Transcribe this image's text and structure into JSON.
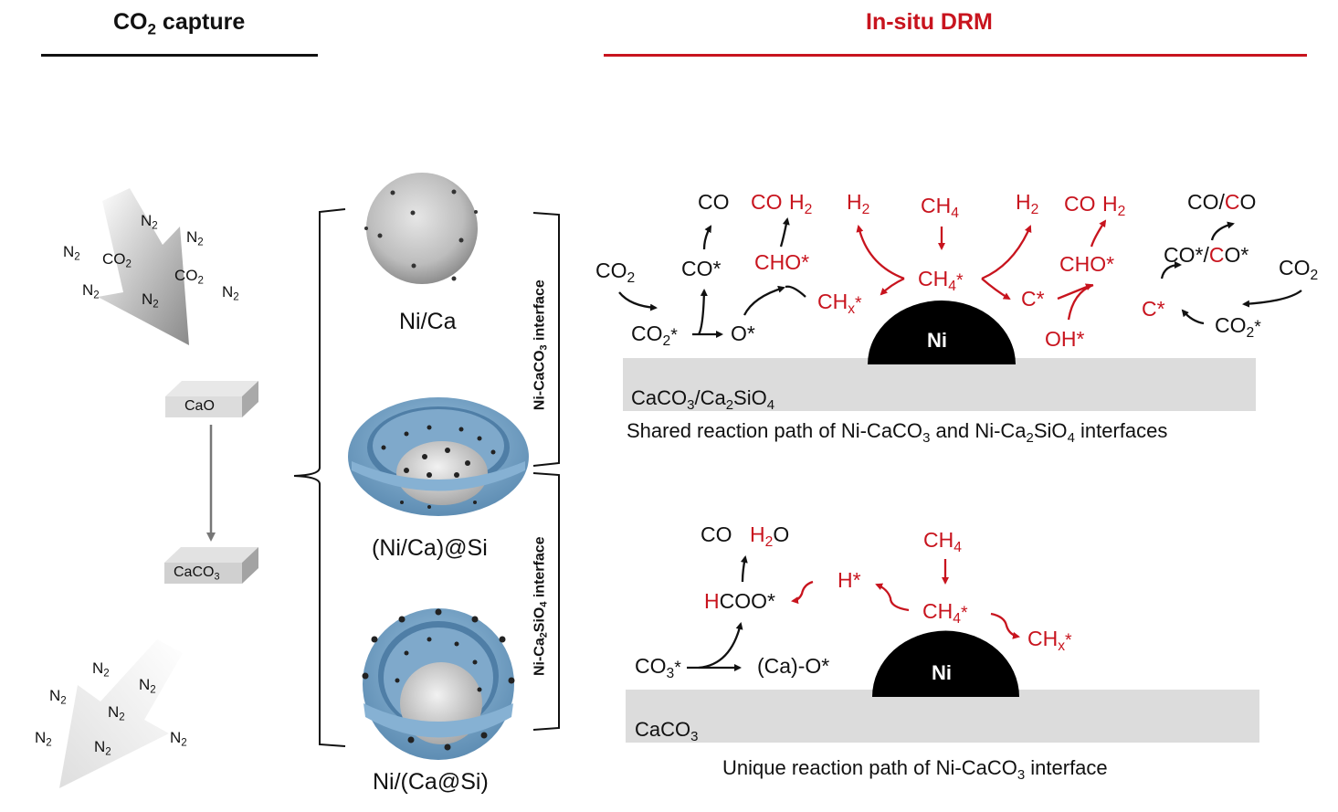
{
  "headers": {
    "left": {
      "main": "CO",
      "sub": "2",
      "rest": " capture"
    },
    "right": "In-situ DRM"
  },
  "colors": {
    "accent_red": "#c8141e",
    "text_black": "#111111",
    "slab_gray": "#dcdcdc",
    "shell_blue": "#6f9ec4",
    "core_gray": "#c8c8c8"
  },
  "capture": {
    "inflow_gases": [
      {
        "main": "N",
        "sub": "2"
      },
      {
        "main": "N",
        "sub": "2"
      },
      {
        "main": "N",
        "sub": "2"
      },
      {
        "main": "CO",
        "sub": "2"
      },
      {
        "main": "CO",
        "sub": "2"
      },
      {
        "main": "N",
        "sub": "2"
      },
      {
        "main": "N",
        "sub": "2"
      },
      {
        "main": "N",
        "sub": "2"
      }
    ],
    "outflow_gases": [
      {
        "main": "N",
        "sub": "2"
      },
      {
        "main": "N",
        "sub": "2"
      },
      {
        "main": "N",
        "sub": "2"
      },
      {
        "main": "N",
        "sub": "2"
      },
      {
        "main": "N",
        "sub": "2"
      },
      {
        "main": "N",
        "sub": "2"
      },
      {
        "main": "N",
        "sub": "2"
      }
    ],
    "cao_block": "CaO",
    "caco3_block": {
      "main": "CaCO",
      "sub": "3"
    }
  },
  "catalysts": {
    "items": [
      {
        "label": "Ni/Ca"
      },
      {
        "label": "(Ni/Ca)@Si"
      },
      {
        "label": "Ni/(Ca@Si)"
      }
    ],
    "interface_top": {
      "pre": "Ni-CaCO",
      "sub": "3",
      "post": " interface"
    },
    "interface_bottom": {
      "pre": "Ni-Ca",
      "sub1": "2",
      "mid": "SiO",
      "sub2": "4",
      "post": " interface"
    }
  },
  "shared_path": {
    "ni_label": "Ni",
    "slab_label": {
      "a": "CaCO",
      "s1": "3",
      "b": "/Ca",
      "s2": "2",
      "c": "SiO",
      "s3": "4"
    },
    "caption": {
      "a": "Shared reaction path of Ni-CaCO",
      "s1": "3",
      "b": " and Ni-Ca",
      "s2": "2",
      "c": "SiO",
      "s3": "4",
      "d": " interfaces"
    },
    "species": {
      "co2_gas": {
        "main": "CO",
        "sub": "2"
      },
      "co2_ads": {
        "main": "CO",
        "sub": "2",
        "sup": "*"
      },
      "co_ads": "CO*",
      "co_gas": "CO",
      "o_ads": "O*",
      "co_red": "CO",
      "h2_a": {
        "main": "H",
        "sub": "2"
      },
      "cho_a": "CHO*",
      "chx": {
        "main": "CH",
        "sub": "x",
        "sup": "*"
      },
      "h2_b": {
        "main": "H",
        "sub": "2"
      },
      "ch4_gas": {
        "main": "CH",
        "sub": "4"
      },
      "ch4_ads": {
        "main": "CH",
        "sub": "4",
        "sup": "*"
      },
      "h2_c": {
        "main": "H",
        "sub": "2"
      },
      "c_ads_a": "C*",
      "co_red_b": "CO",
      "h2_d": {
        "main": "H",
        "sub": "2"
      },
      "cho_b": "CHO*",
      "oh_ads": "OH*",
      "co_mix_gas": {
        "a": "CO/",
        "b": "C",
        "c": "O"
      },
      "co_mix_ads": {
        "a": "CO*/",
        "b": "C",
        "c": "O*"
      },
      "co2_gas_b": {
        "main": "CO",
        "sub": "2"
      },
      "c_ads_b": "C*",
      "co2_ads_b": {
        "main": "CO",
        "sub": "2",
        "sup": "*"
      }
    }
  },
  "unique_path": {
    "ni_label": "Ni",
    "slab_label": {
      "main": "CaCO",
      "sub": "3"
    },
    "caption": {
      "a": "Unique reaction path of Ni-CaCO",
      "s1": "3",
      "b": " interface"
    },
    "species": {
      "co_gas": "CO",
      "h2o": {
        "main": "H",
        "sub": "2",
        "post": "O"
      },
      "hcoo": {
        "red": "H",
        "rest": "COO*"
      },
      "h_ads": "H*",
      "ch4_gas": {
        "main": "CH",
        "sub": "4"
      },
      "ch4_ads": {
        "main": "CH",
        "sub": "4",
        "sup": "*"
      },
      "chx": {
        "main": "CH",
        "sub": "x",
        "sup": "*"
      },
      "co3_ads": {
        "main": "CO",
        "sub": "3",
        "sup": "*"
      },
      "ca_o": "(Ca)-O*"
    }
  }
}
